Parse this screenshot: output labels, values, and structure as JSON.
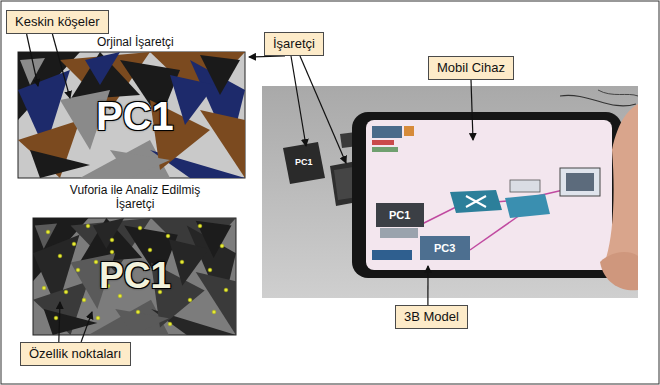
{
  "diagram": {
    "nodes": [
      {
        "text": [
          "Keskin köşeler"
        ]
      },
      {
        "text": [
          "İşaretçi"
        ]
      },
      {
        "text": [
          "Mobil Cihaz"
        ]
      },
      {
        "text": [
          "3B Model"
        ]
      },
      {
        "text": [
          "Özellik noktaları"
        ]
      }
    ],
    "labels": [
      "Orjinal İşaretçi",
      "PC1",
      "Vuforia ile Analiz Edilmiş İşaretçi",
      "PC1",
      "PC1",
      "PC1",
      "PC3"
    ]
  }
}
